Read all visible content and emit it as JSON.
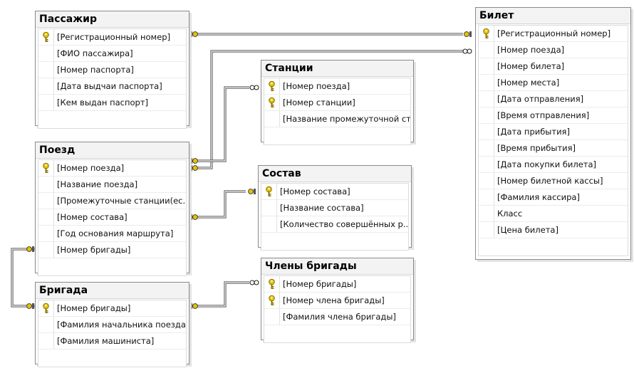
{
  "tables": {
    "passenger": {
      "title": "Пассажир",
      "columns": [
        {
          "text": "[Регистрационный номер]",
          "key": true
        },
        {
          "text": "[ФИО пассажира]",
          "key": false
        },
        {
          "text": "[Номер паспорта]",
          "key": false
        },
        {
          "text": "[Дата выдчаи паспорта]",
          "key": false
        },
        {
          "text": "[Кем выдан паспорт]",
          "key": false
        }
      ]
    },
    "train": {
      "title": "Поезд",
      "columns": [
        {
          "text": "[Номер поезда]",
          "key": true
        },
        {
          "text": "[Название поезда]",
          "key": false
        },
        {
          "text": "[Промежуточные станции(ес...",
          "key": false
        },
        {
          "text": "[Номер состава]",
          "key": false
        },
        {
          "text": "[Год основания маршрута]",
          "key": false
        },
        {
          "text": "[Номер бригады]",
          "key": false
        }
      ]
    },
    "brigade": {
      "title": "Бригада",
      "columns": [
        {
          "text": "[Номер бригады]",
          "key": true
        },
        {
          "text": "[Фамилия начальника поезда]",
          "key": false
        },
        {
          "text": "[Фамилия машиниста]",
          "key": false
        }
      ]
    },
    "stations": {
      "title": "Станции",
      "columns": [
        {
          "text": "[Номер поезда]",
          "key": true
        },
        {
          "text": "[Номер станции]",
          "key": true
        },
        {
          "text": "[Название промежуточной ст...",
          "key": false
        }
      ]
    },
    "composition": {
      "title": "Состав",
      "columns": [
        {
          "text": "[Номер состава]",
          "key": true
        },
        {
          "text": "[Название состава]",
          "key": false
        },
        {
          "text": "[Количество совершённых р...",
          "key": false
        }
      ]
    },
    "members": {
      "title": "Члены бригады",
      "columns": [
        {
          "text": "[Номер бригады]",
          "key": true
        },
        {
          "text": "[Номер члена бригады]",
          "key": true
        },
        {
          "text": "[Фамилия члена бригады]",
          "key": false
        }
      ]
    },
    "ticket": {
      "title": "Билет",
      "columns": [
        {
          "text": "[Регистрационный номер]",
          "key": true
        },
        {
          "text": "[Номер поезда]",
          "key": false
        },
        {
          "text": "[Номер билета]",
          "key": false
        },
        {
          "text": "[Номер места]",
          "key": false
        },
        {
          "text": "[Дата отправления]",
          "key": false
        },
        {
          "text": "[Время отправления]",
          "key": false
        },
        {
          "text": "[Дата прибытия]",
          "key": false
        },
        {
          "text": "[Время прибытия]",
          "key": false
        },
        {
          "text": "[Дата покупки билета]",
          "key": false
        },
        {
          "text": "[Номер билетной кассы]",
          "key": false
        },
        {
          "text": "[Фамилия кассира]",
          "key": false
        },
        {
          "text": "Класс",
          "key": false
        },
        {
          "text": "[Цена билета]",
          "key": false
        }
      ]
    }
  },
  "relationships": [
    {
      "from": "passenger",
      "to": "ticket",
      "from_end": "one",
      "to_end": "one"
    },
    {
      "from": "train",
      "to": "ticket",
      "from_end": "one",
      "to_end": "many"
    },
    {
      "from": "train",
      "to": "stations",
      "from_end": "one",
      "to_end": "many"
    },
    {
      "from": "train",
      "to": "composition",
      "from_end": "one",
      "to_end": "one"
    },
    {
      "from": "brigade",
      "to": "members",
      "from_end": "one",
      "to_end": "many"
    },
    {
      "from": "train",
      "to": "brigade",
      "from_end": "one",
      "to_end": "one"
    }
  ],
  "colors": {
    "key_icon": "#e6c300",
    "link_line": "#555555",
    "border": "#8a8a8a",
    "title_bg": "#f3f3f3"
  }
}
